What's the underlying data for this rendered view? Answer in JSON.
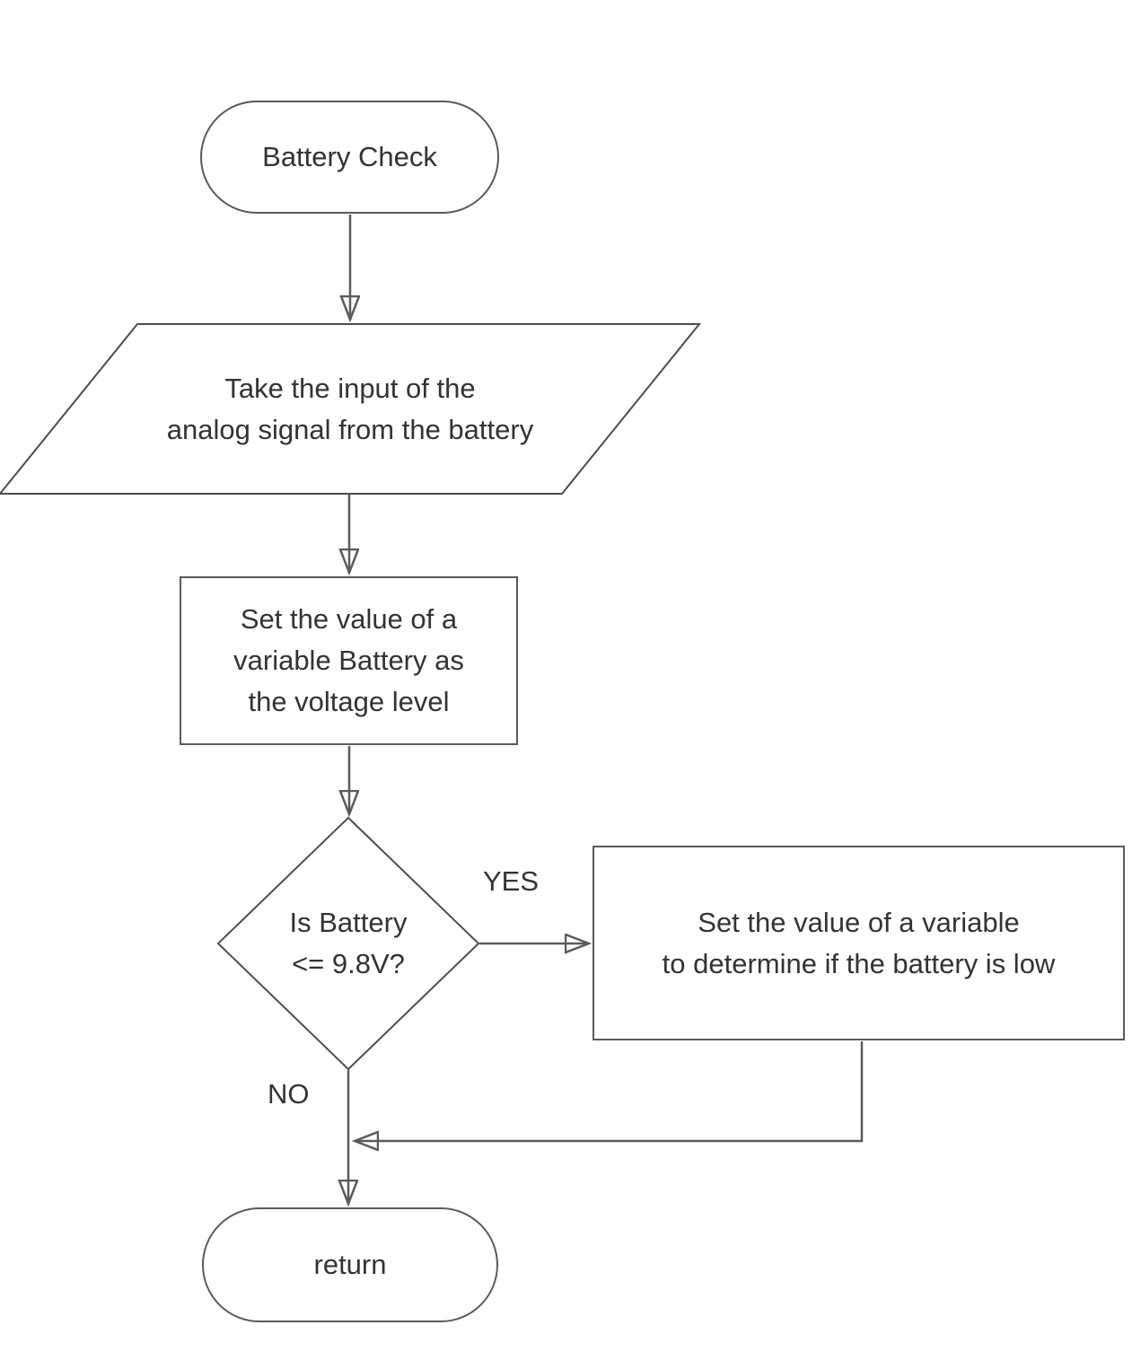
{
  "colors": {
    "background": "#ffffff",
    "shape_stroke": "#4d4d4d",
    "connector_stroke": "#5a5a5a",
    "arrowhead": "#111111",
    "text": "#333333"
  },
  "flowchart": {
    "nodes": {
      "start": {
        "type": "terminator",
        "lines": [
          "Battery Check"
        ]
      },
      "input": {
        "type": "input-output",
        "lines": [
          "Take the input of the",
          "analog signal from the battery"
        ]
      },
      "set_variable": {
        "type": "process",
        "lines": [
          "Set the value of a",
          "variable Battery as",
          "the voltage level"
        ]
      },
      "decision": {
        "type": "decision",
        "lines": [
          "Is Battery",
          "<= 9.8V?"
        ]
      },
      "set_low_flag": {
        "type": "process",
        "lines": [
          "Set the value of a variable",
          "to determine if the battery is low"
        ]
      },
      "end": {
        "type": "terminator",
        "lines": [
          "return"
        ]
      }
    },
    "edge_labels": {
      "yes": "YES",
      "no": "NO"
    }
  }
}
